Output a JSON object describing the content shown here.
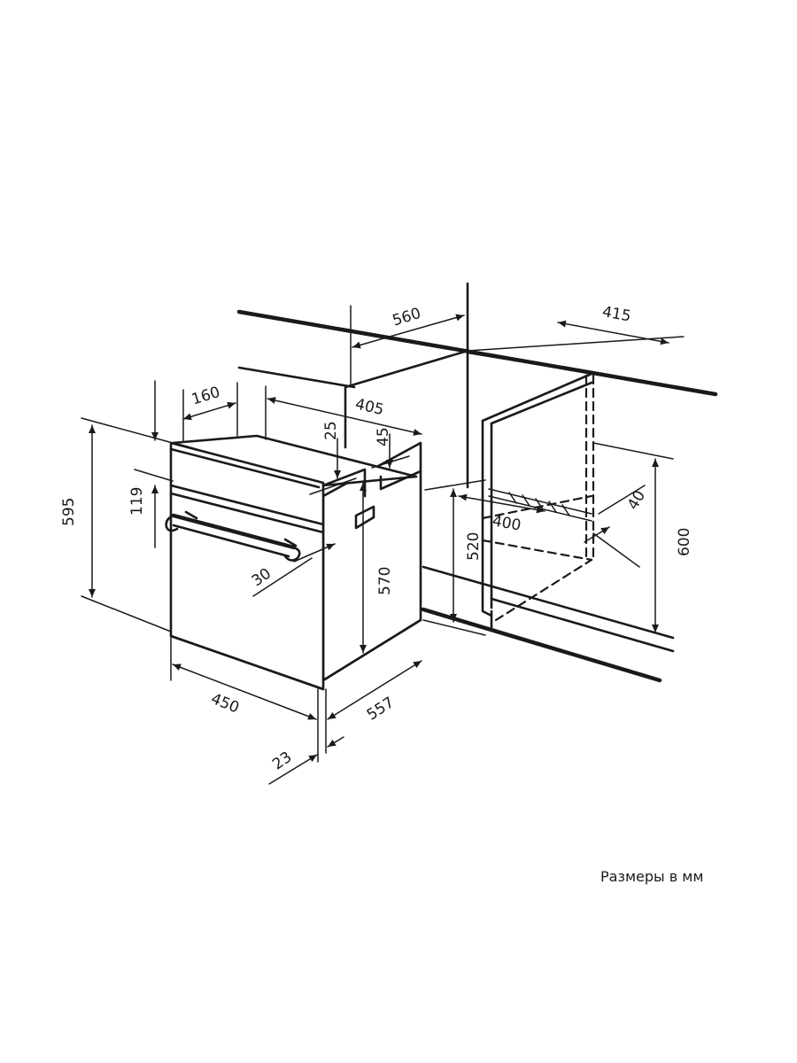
{
  "caption": "Размеры в мм",
  "dimensions": {
    "d560": "560",
    "d415": "415",
    "d160": "160",
    "d405": "405",
    "d25": "25",
    "d45": "45",
    "d595": "595",
    "d119": "119",
    "d30": "30",
    "d570": "570",
    "d520": "520",
    "d400": "400",
    "d40": "40",
    "d600": "600",
    "d450": "450",
    "d557": "557",
    "d23": "23"
  },
  "colors": {
    "line": "#1a1a1a",
    "background": "#ffffff"
  }
}
